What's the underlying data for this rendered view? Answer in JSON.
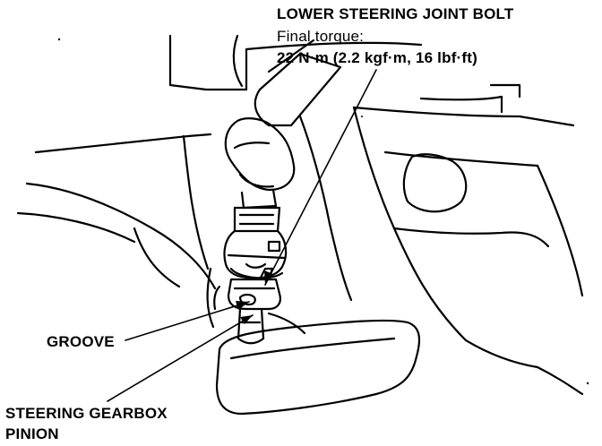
{
  "callouts": {
    "bolt": {
      "title": "LOWER STEERING JOINT BOLT",
      "torque_label": "Final torque:",
      "torque_value": "22 N·m (2.2 kgf·m, 16 lbf·ft)"
    },
    "groove": {
      "label": "GROOVE"
    },
    "pinion": {
      "line1": "STEERING GEARBOX",
      "line2": "PINION"
    }
  },
  "colors": {
    "ink": "#000000",
    "paper": "#ffffff"
  }
}
